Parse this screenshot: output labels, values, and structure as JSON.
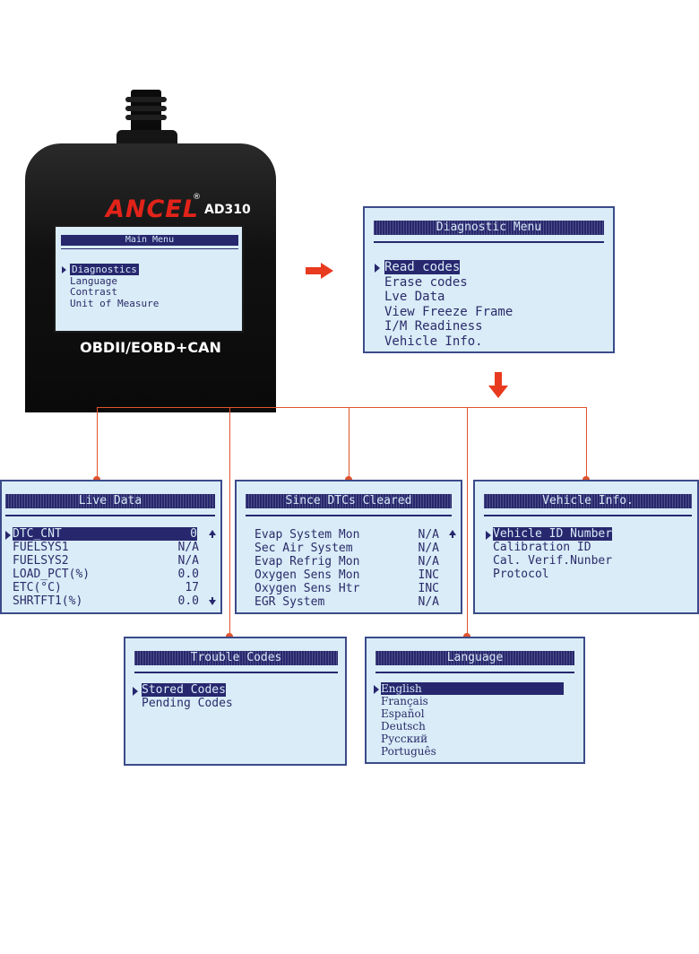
{
  "device": {
    "brand": "ANCEL",
    "registered": "®",
    "model": "AD310",
    "label": "OBDII/EOBD+CAN",
    "screen": {
      "title": "Main Menu",
      "items": [
        "Diagnostics",
        "Language",
        "Contrast",
        "Unit of Measure"
      ],
      "selected_index": 0
    }
  },
  "diagnostic_menu": {
    "title": "Diagnostic Menu",
    "items": [
      "Read codes",
      "Erase codes",
      "Lve Data",
      "View Freeze Frame",
      "I/M Readiness",
      "Vehicle Info."
    ],
    "selected_index": 0
  },
  "live_data": {
    "title": "Live Data",
    "rows": [
      {
        "label": "DTC_CNT",
        "value": "0"
      },
      {
        "label": "FUELSYS1",
        "value": "N/A"
      },
      {
        "label": "FUELSYS2",
        "value": "N/A"
      },
      {
        "label": "LOAD_PCT(%)",
        "value": "0.0"
      },
      {
        "label": "ETC(°C)",
        "value": "17"
      },
      {
        "label": "SHRTFT1(%)",
        "value": "0.0"
      }
    ],
    "selected_index": 0
  },
  "since_dtcs": {
    "title": "Since DTCs Cleared",
    "rows": [
      {
        "label": "Evap System Mon",
        "value": "N/A"
      },
      {
        "label": "Sec Air System",
        "value": "N/A"
      },
      {
        "label": "Evap Refrig Mon",
        "value": "N/A"
      },
      {
        "label": "Oxygen Sens Mon",
        "value": "INC"
      },
      {
        "label": "Oxygen Sens Htr",
        "value": "INC"
      },
      {
        "label": "EGR System",
        "value": "N/A"
      }
    ]
  },
  "vehicle_info": {
    "title": "Vehicle  Info.",
    "items": [
      "Vehicle ID Number",
      "Calibration ID",
      "Cal. Verif.Nunber",
      "Protocol"
    ],
    "selected_index": 0
  },
  "trouble_codes": {
    "title": "Trouble Codes",
    "items": [
      "Stored Codes",
      "Pending Codes"
    ],
    "selected_index": 0
  },
  "language": {
    "title": "Language",
    "items": [
      "English",
      "Français",
      "Español",
      "Deutsch",
      "Русский",
      "Português"
    ],
    "selected_index": 0
  },
  "colors": {
    "screen_bg": "#d9ecf7",
    "highlight": "#27276e",
    "text": "#2b2b6a",
    "connector": "#e0532c",
    "arrow": "#e83a1e",
    "brand_red": "#e2231a"
  },
  "icons": [
    "pointer-icon",
    "scroll-up-icon",
    "scroll-down-icon",
    "arrow-right-icon",
    "arrow-down-icon"
  ]
}
